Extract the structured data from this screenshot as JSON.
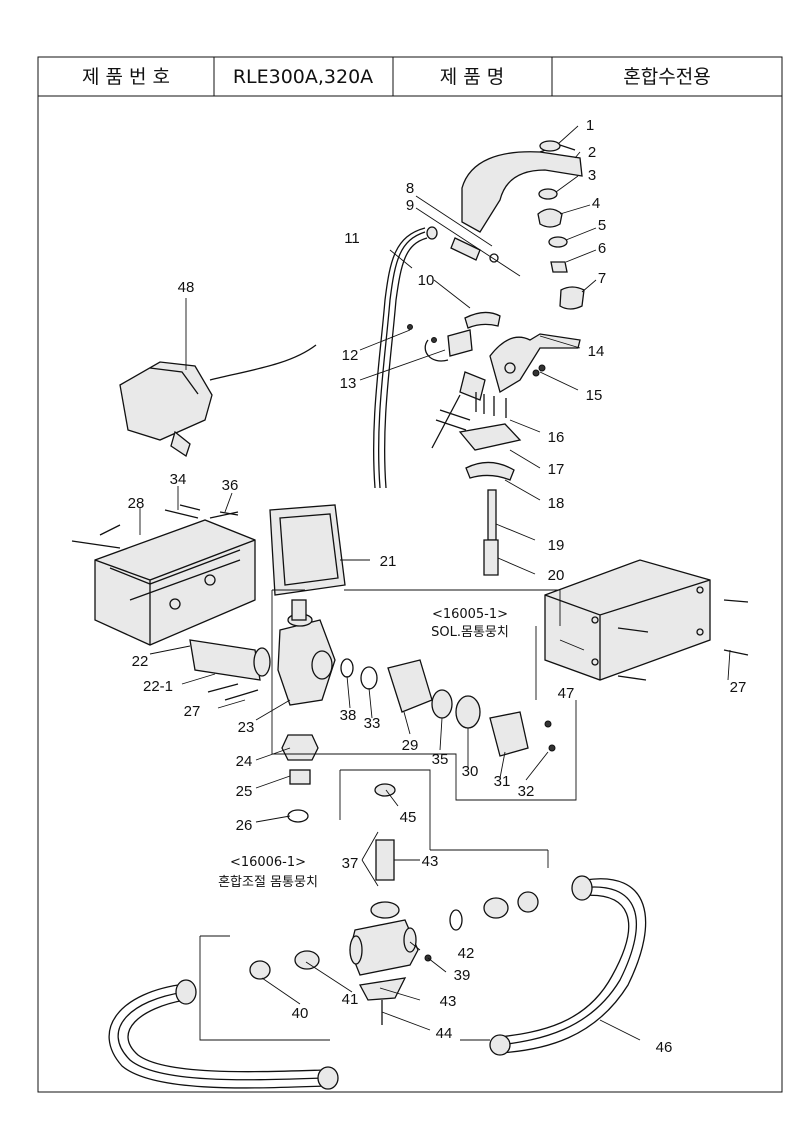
{
  "header": {
    "product_no_label": "제 품 번 호",
    "product_no_value": "RLE300A,320A",
    "product_name_label": "제 품 명",
    "product_name_value": "혼합수전용"
  },
  "groups": {
    "solenoid": "<16005-1>",
    "solenoid_name": "SOL.몸통뭉치",
    "mixing": "<16006-1>",
    "mixing_name": "혼합조절 몸통뭉치"
  },
  "callouts": [
    "1",
    "2",
    "3",
    "4",
    "5",
    "6",
    "7",
    "8",
    "9",
    "10",
    "11",
    "12",
    "13",
    "14",
    "15",
    "16",
    "17",
    "18",
    "19",
    "20",
    "21",
    "22",
    "22-1",
    "23",
    "24",
    "25",
    "26",
    "27",
    "27",
    "28",
    "29",
    "30",
    "31",
    "32",
    "33",
    "34",
    "35",
    "36",
    "37",
    "38",
    "39",
    "40",
    "41",
    "42",
    "43",
    "43",
    "44",
    "45",
    "46",
    "47",
    "48"
  ]
}
